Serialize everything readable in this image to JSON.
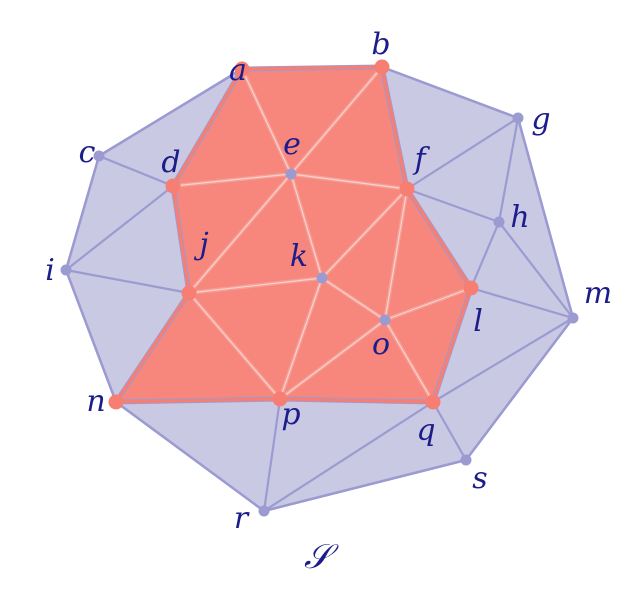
{
  "diagram": {
    "set_label": "𝒮",
    "colors": {
      "outer_fill": "#c9c9e3",
      "outer_edge": "#9b9bd2",
      "outer_vertex": "#9b9bd2",
      "inner_fill": "#f7877d",
      "inner_edge": "#f59e95",
      "inner_vertex": "#f77e73",
      "label": "#1c1c8a"
    },
    "vertices": [
      {
        "id": "a",
        "label": "a",
        "highlighted": true
      },
      {
        "id": "b",
        "label": "b",
        "highlighted": true
      },
      {
        "id": "c",
        "label": "c",
        "highlighted": false
      },
      {
        "id": "d",
        "label": "d",
        "highlighted": true
      },
      {
        "id": "e",
        "label": "e",
        "highlighted": false
      },
      {
        "id": "f",
        "label": "f",
        "highlighted": true
      },
      {
        "id": "g",
        "label": "g",
        "highlighted": false
      },
      {
        "id": "h",
        "label": "h",
        "highlighted": false
      },
      {
        "id": "i",
        "label": "i",
        "highlighted": false
      },
      {
        "id": "j",
        "label": "j",
        "highlighted": true
      },
      {
        "id": "k",
        "label": "k",
        "highlighted": false
      },
      {
        "id": "l",
        "label": "l",
        "highlighted": true
      },
      {
        "id": "m",
        "label": "m",
        "highlighted": false
      },
      {
        "id": "n",
        "label": "n",
        "highlighted": true
      },
      {
        "id": "o",
        "label": "o",
        "highlighted": false
      },
      {
        "id": "p",
        "label": "p",
        "highlighted": true
      },
      {
        "id": "q",
        "label": "q",
        "highlighted": true
      },
      {
        "id": "r",
        "label": "r",
        "highlighted": false
      },
      {
        "id": "s",
        "label": "s",
        "highlighted": false
      }
    ],
    "highlighted_triangles": [
      [
        "a",
        "b",
        "e"
      ],
      [
        "a",
        "d",
        "e"
      ],
      [
        "b",
        "e",
        "f"
      ],
      [
        "d",
        "e",
        "j"
      ],
      [
        "e",
        "j",
        "k"
      ],
      [
        "e",
        "k",
        "f"
      ],
      [
        "f",
        "k",
        "o"
      ],
      [
        "f",
        "o",
        "l"
      ],
      [
        "j",
        "k",
        "p"
      ],
      [
        "k",
        "o",
        "p"
      ],
      [
        "o",
        "p",
        "q"
      ],
      [
        "o",
        "l",
        "q"
      ],
      [
        "j",
        "p",
        "n"
      ]
    ],
    "highlighted_boundary": [
      "a",
      "b",
      "f",
      "l",
      "q",
      "p",
      "n",
      "j",
      "d"
    ],
    "outer_boundary": [
      "a",
      "b",
      "g",
      "m",
      "s",
      "r",
      "n",
      "i",
      "c"
    ],
    "outer_edges": [
      [
        "a",
        "c"
      ],
      [
        "c",
        "d"
      ],
      [
        "c",
        "i"
      ],
      [
        "d",
        "i"
      ],
      [
        "i",
        "j"
      ],
      [
        "i",
        "n"
      ],
      [
        "n",
        "r"
      ],
      [
        "p",
        "r"
      ],
      [
        "r",
        "q"
      ],
      [
        "r",
        "s"
      ],
      [
        "q",
        "s"
      ],
      [
        "s",
        "m"
      ],
      [
        "q",
        "m"
      ],
      [
        "l",
        "m"
      ],
      [
        "h",
        "m"
      ],
      [
        "g",
        "m"
      ],
      [
        "g",
        "h"
      ],
      [
        "h",
        "l"
      ],
      [
        "f",
        "h"
      ],
      [
        "f",
        "g"
      ],
      [
        "b",
        "g"
      ]
    ]
  }
}
